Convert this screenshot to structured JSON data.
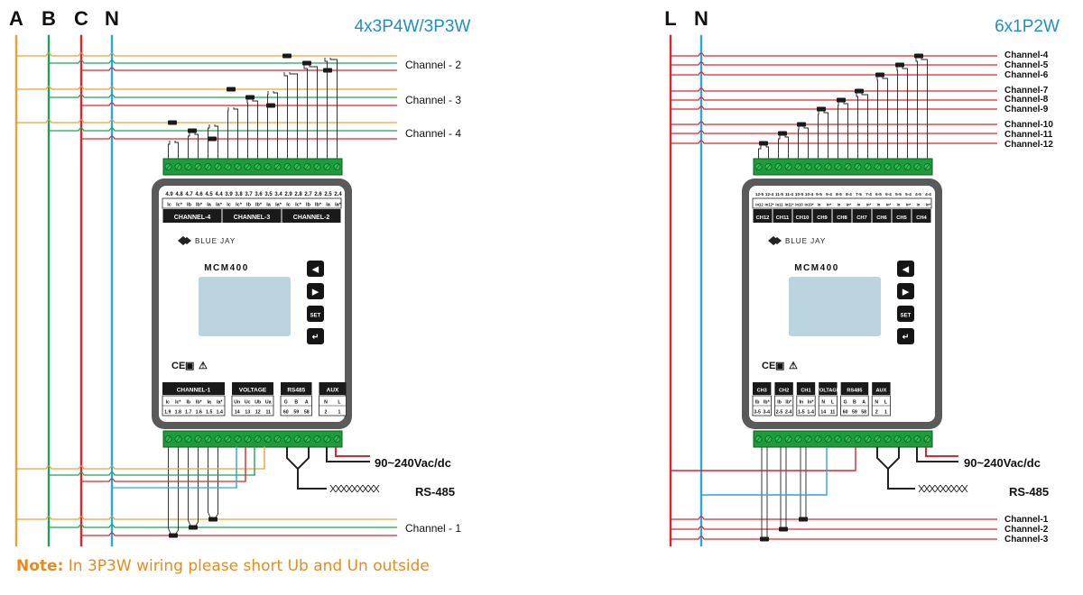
{
  "colors": {
    "phase_a": "#f0a030",
    "phase_b": "#1aa35a",
    "phase_c": "#e0242b",
    "neutral": "#2aa6e0",
    "line_l": "#e0242b",
    "title": "#1e90c8",
    "note": "#e98a1e",
    "device_body": "#5a5a5a",
    "device_face": "#ffffff",
    "screen": "#bcd3e0",
    "terminal": "#1e9b3c"
  },
  "left": {
    "title": "4x3P4W/3P3W",
    "bus_labels": [
      "A",
      "B",
      "C",
      "N"
    ],
    "channel_labels": [
      "Channel - 2",
      "Channel - 3",
      "Channel - 4",
      "Channel - 1"
    ],
    "device": {
      "brand": "BLUE JAY",
      "model": "MCM400",
      "top_numbers": [
        "4.9",
        "4.8",
        "4.7",
        "4.6",
        "4.5",
        "4.4",
        "3.9",
        "3.8",
        "3.7",
        "3.6",
        "3.5",
        "3.4",
        "2.9",
        "2.8",
        "2.7",
        "2.6",
        "2.5",
        "2.4"
      ],
      "top_terms": [
        "Ic",
        "Ic*",
        "Ib",
        "Ib*",
        "Ia",
        "Ia*",
        "Ic",
        "Ic*",
        "Ib",
        "Ib*",
        "Ia",
        "Ia*",
        "Ic",
        "Ic*",
        "Ib",
        "Ib*",
        "Ia",
        "Ia*"
      ],
      "top_groups": [
        "CHANNEL-4",
        "CHANNEL-3",
        "CHANNEL-2"
      ],
      "buttons": [
        "◀",
        "▶",
        "SET",
        "↵"
      ],
      "certs": [
        "CE",
        "▣",
        "⚠"
      ],
      "bottom_groups": [
        {
          "label": "CHANNEL-1",
          "terms": [
            "Ic",
            "Ic*",
            "Ib",
            "Ib*",
            "Ia",
            "Ia*"
          ],
          "nums": [
            "1.9",
            "1.8",
            "1.7",
            "1.6",
            "1.5",
            "1.4"
          ]
        },
        {
          "label": "VOLTAGE",
          "terms": [
            "Un",
            "Uc",
            "Ub",
            "Ua"
          ],
          "nums": [
            "14",
            "13",
            "12",
            "11"
          ]
        },
        {
          "label": "RS485",
          "terms": [
            "G",
            "B",
            "A"
          ],
          "nums": [
            "60",
            "59",
            "58"
          ]
        },
        {
          "label": "AUX",
          "terms": [
            "N",
            "L"
          ],
          "nums": [
            "2",
            "1"
          ]
        }
      ]
    },
    "supply_label": "90~240Vac/dc",
    "rs485_label": "RS-485"
  },
  "right": {
    "title": "6x1P2W",
    "bus_labels": [
      "L",
      "N"
    ],
    "channel_labels": [
      "Channel-4",
      "Channel-5",
      "Channel-6",
      "Channel-7",
      "Channel-8",
      "Channel-9",
      "Channel-10",
      "Channel-11",
      "Channel-12",
      "Channel-1",
      "Channel-2",
      "Channel-3"
    ],
    "device": {
      "brand": "BLUE JAY",
      "model": "MCM400",
      "top_numbers": [
        "12-5",
        "12-4",
        "11-5",
        "11-4",
        "10-5",
        "10-4",
        "9-5",
        "9-4",
        "8-5",
        "8-4",
        "7-5",
        "7-4",
        "6-5",
        "6-4",
        "5-5",
        "5-4",
        "4-5",
        "4-4"
      ],
      "top_terms": [
        "In12",
        "In12*",
        "In11",
        "In11*",
        "In10",
        "In10*",
        "In",
        "In*",
        "In",
        "In*",
        "In",
        "In*",
        "In",
        "In*",
        "In",
        "In*",
        "In",
        "In*"
      ],
      "top_groups": [
        "CH12",
        "CH11",
        "CH10",
        "CH9",
        "CH8",
        "CH7",
        "CH6",
        "CH5",
        "CH4"
      ],
      "buttons": [
        "◀",
        "▶",
        "SET",
        "↵"
      ],
      "certs": [
        "CE",
        "▣",
        "⚠"
      ],
      "bottom_groups": [
        {
          "label": "CH3",
          "terms": [
            "Ib",
            "Ib*"
          ],
          "nums": [
            "3-5",
            "3-4"
          ]
        },
        {
          "label": "CH2",
          "terms": [
            "Ib",
            "Ib*"
          ],
          "nums": [
            "2-5",
            "2-4"
          ]
        },
        {
          "label": "CH1",
          "terms": [
            "In",
            "In*"
          ],
          "nums": [
            "1-5",
            "1-4"
          ]
        },
        {
          "label": "VOLTAGE",
          "terms": [
            "N",
            "L"
          ],
          "nums": [
            "14",
            "11"
          ]
        },
        {
          "label": "RS485",
          "terms": [
            "G",
            "B",
            "A"
          ],
          "nums": [
            "60",
            "59",
            "58"
          ]
        },
        {
          "label": "AUX",
          "terms": [
            "N",
            "L"
          ],
          "nums": [
            "2",
            "1"
          ]
        }
      ]
    },
    "supply_label": "90~240Vac/dc",
    "rs485_label": "RS-485"
  },
  "note": {
    "prefix": "Note:",
    "text": " In 3P3W wiring please short Ub and Un outside"
  }
}
